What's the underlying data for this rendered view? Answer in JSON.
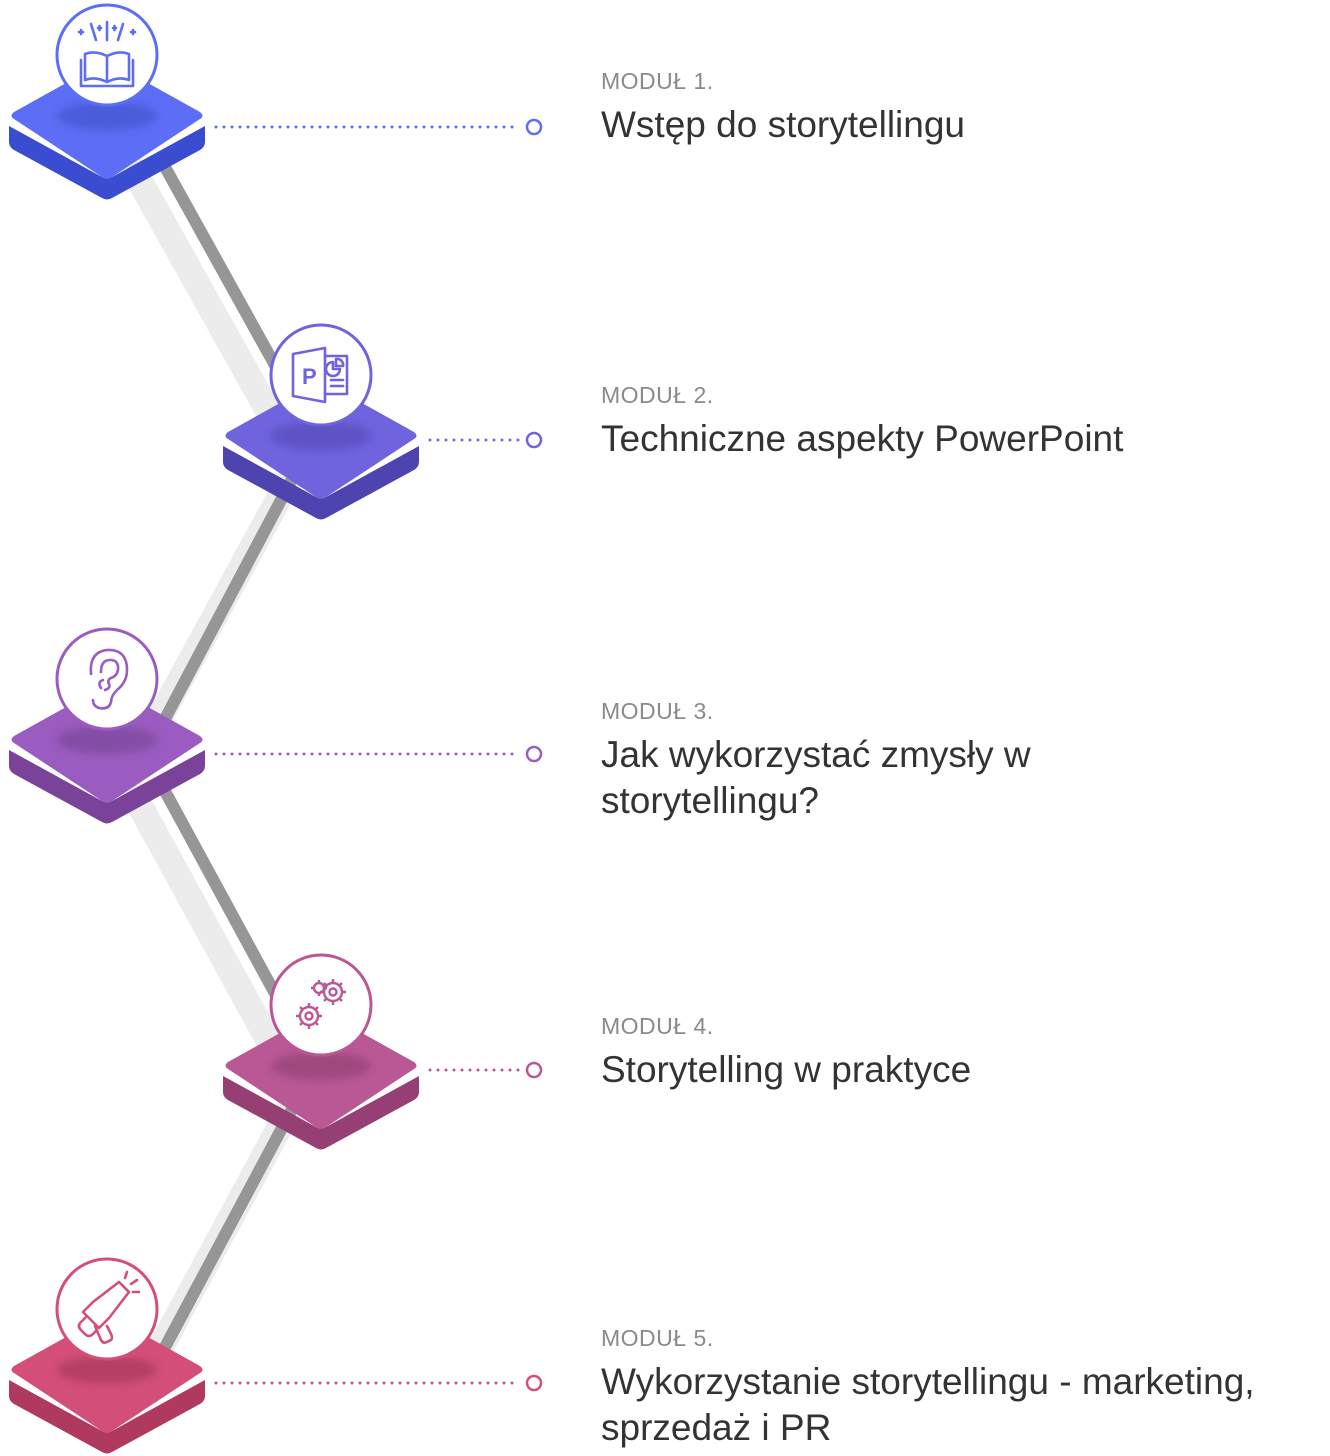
{
  "modules": [
    {
      "number": "MODUŁ 1.",
      "title": "Wstęp do storytellingu",
      "color": "#5B6EF5",
      "icon": "open-book-icon"
    },
    {
      "number": "MODUŁ 2.",
      "title": "Techniczne aspekty PowerPoint",
      "color": "#6F63DE",
      "icon": "powerpoint-icon"
    },
    {
      "number": "MODUŁ 3.",
      "title": "Jak wykorzystać zmysły w storytellingu?",
      "color": "#9A5CC0",
      "icon": "ear-icon"
    },
    {
      "number": "MODUŁ 4.",
      "title": "Storytelling w praktyce",
      "color": "#BA5795",
      "icon": "gears-icon"
    },
    {
      "number": "MODUŁ 5.",
      "title": "Wykorzystanie storytellingu - marketing, sprzedaż i PR",
      "color": "#D44F77",
      "icon": "megaphone-icon"
    }
  ]
}
